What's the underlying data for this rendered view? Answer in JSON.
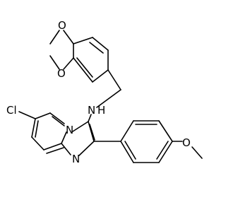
{
  "molecule": {
    "atoms": {
      "o_upper": "O",
      "o_lower": "O",
      "nh": "N",
      "h": "H",
      "cl": "Cl",
      "n_bridge": "N",
      "n_ring": "N",
      "o_methoxy": "O"
    },
    "colors": {
      "line": "#000000",
      "background": "#ffffff"
    }
  }
}
